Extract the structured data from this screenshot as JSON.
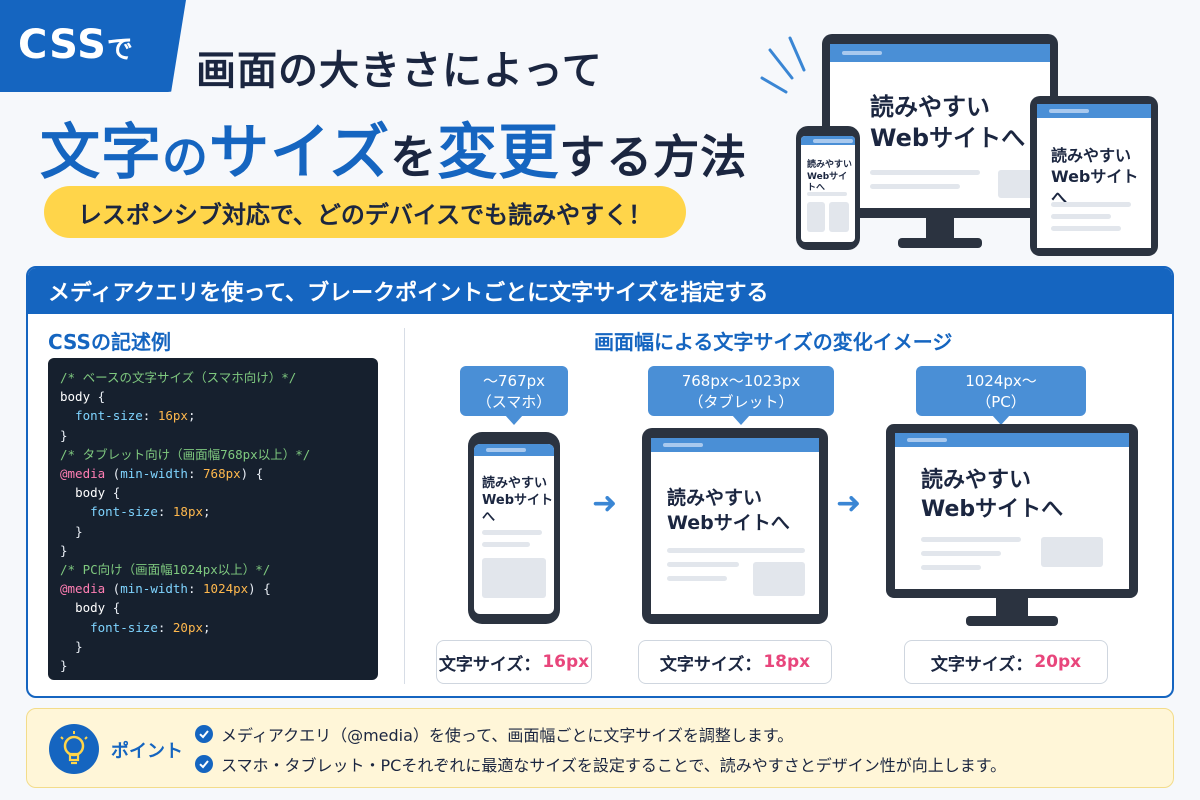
{
  "header": {
    "flag_big": "CSS",
    "flag_small": "で",
    "title_line1": "画面の大きさによって",
    "title_line2": {
      "p1": "文字",
      "p2": "の",
      "p3": "サイズ",
      "p4": "を",
      "p5": "変更",
      "p6": "する方法"
    },
    "subtitle": "レスポンシブ対応で、どのデバイスでも読みやすく！"
  },
  "hero": {
    "line1": "読みやすい",
    "line2": "Webサイトへ"
  },
  "panel": {
    "heading": "メディアクエリを使って、ブレークポイントごとに文字サイズを指定する",
    "code_title": "CSSの記述例",
    "change_title": "画面幅による文字サイズの変化イメージ",
    "code": {
      "c1": "/* ベースの文字サイズ（スマホ向け）*/",
      "sel_body": "body",
      "open": " {",
      "prop": "font-size",
      "v16": "16px",
      "close": "}",
      "c2": "/* タブレット向け（画面幅768px以上）*/",
      "at": "@media",
      "mw": "min-width",
      "bp768": "768px",
      "v18": "18px",
      "c3": "/* PC向け（画面幅1024px以上）*/",
      "bp1024": "1024px",
      "v20": "20px"
    },
    "devices": [
      {
        "range": "〜767px",
        "name": "（スマホ）",
        "size_label": "文字サイズ：",
        "size_value": "16px"
      },
      {
        "range": "768px〜1023px",
        "name": "（タブレット）",
        "size_label": "文字サイズ：",
        "size_value": "18px"
      },
      {
        "range": "1024px〜",
        "name": "（PC）",
        "size_label": "文字サイズ：",
        "size_value": "20px"
      }
    ],
    "device_text": {
      "line1": "読みやすい",
      "line2": "Webサイトへ"
    }
  },
  "point": {
    "label": "ポイント",
    "items": [
      "メディアクエリ（@media）を使って、画面幅ごとに文字サイズを調整します。",
      "スマホ・タブレット・PCそれぞれに最適なサイズを設定することで、読みやすさとデザイン性が向上します。"
    ]
  },
  "colors": {
    "primary": "#1565c0",
    "accent_yellow": "#ffd54a",
    "size_value": "#e8467c",
    "code_bg": "#16202e"
  },
  "icons": [
    "lightbulb-icon",
    "check-circle-icon",
    "arrow-right-icon"
  ]
}
